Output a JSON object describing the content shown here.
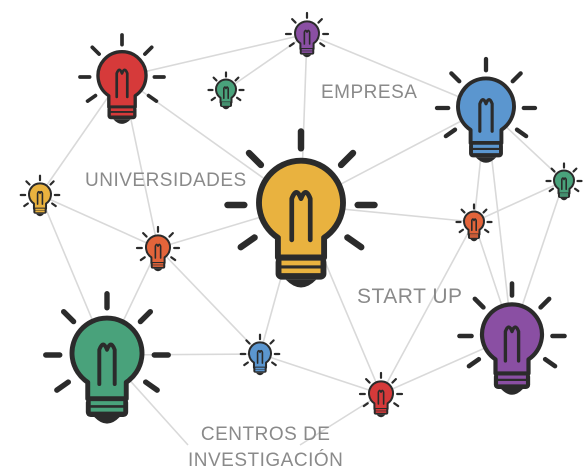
{
  "labels": {
    "universidades": "UNIVERSIDADES",
    "empresa": "EMPRESA",
    "startup": "START UP",
    "centros_line1": "CENTROS DE",
    "centros_line2": "INVESTIGACIÓN"
  },
  "colors": {
    "red": "#d63a3a",
    "purple": "#8a4fa3",
    "green": "#49a27b",
    "blue": "#5b96cf",
    "yellow": "#e9b23f",
    "orange": "#e3643a",
    "dark": "#2b2b2b",
    "line": "#d9d9d9",
    "text": "#8a8a8a"
  },
  "icons": [
    "lightbulb-icon"
  ]
}
